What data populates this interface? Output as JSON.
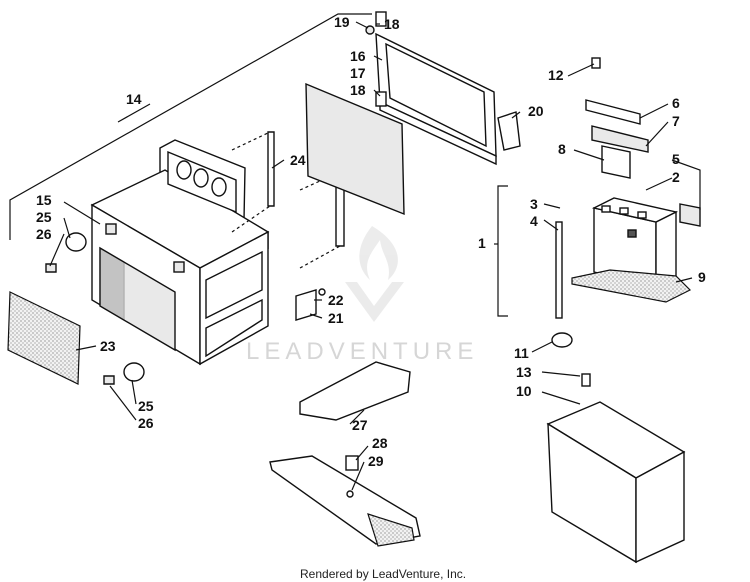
{
  "diagram": {
    "watermark_text": "LEADVENTURE",
    "footer": "Rendered by LeadVenture, Inc.",
    "callouts": [
      {
        "id": "c19",
        "label": "19"
      },
      {
        "id": "c18a",
        "label": "18"
      },
      {
        "id": "c16",
        "label": "16"
      },
      {
        "id": "c17",
        "label": "17"
      },
      {
        "id": "c18b",
        "label": "18"
      },
      {
        "id": "c20",
        "label": "20"
      },
      {
        "id": "c14",
        "label": "14"
      },
      {
        "id": "c24",
        "label": "24"
      },
      {
        "id": "c15",
        "label": "15"
      },
      {
        "id": "c25a",
        "label": "25"
      },
      {
        "id": "c26a",
        "label": "26"
      },
      {
        "id": "c22",
        "label": "22"
      },
      {
        "id": "c21",
        "label": "21"
      },
      {
        "id": "c23",
        "label": "23"
      },
      {
        "id": "c25b",
        "label": "25"
      },
      {
        "id": "c26b",
        "label": "26"
      },
      {
        "id": "c27",
        "label": "27"
      },
      {
        "id": "c28",
        "label": "28"
      },
      {
        "id": "c29",
        "label": "29"
      },
      {
        "id": "c12",
        "label": "12"
      },
      {
        "id": "c6",
        "label": "6"
      },
      {
        "id": "c7",
        "label": "7"
      },
      {
        "id": "c8",
        "label": "8"
      },
      {
        "id": "c5",
        "label": "5"
      },
      {
        "id": "c2",
        "label": "2"
      },
      {
        "id": "c3",
        "label": "3"
      },
      {
        "id": "c4",
        "label": "4"
      },
      {
        "id": "c1",
        "label": "1"
      },
      {
        "id": "c9",
        "label": "9"
      },
      {
        "id": "c11",
        "label": "11"
      },
      {
        "id": "c13",
        "label": "13"
      },
      {
        "id": "c10",
        "label": "10"
      }
    ]
  }
}
